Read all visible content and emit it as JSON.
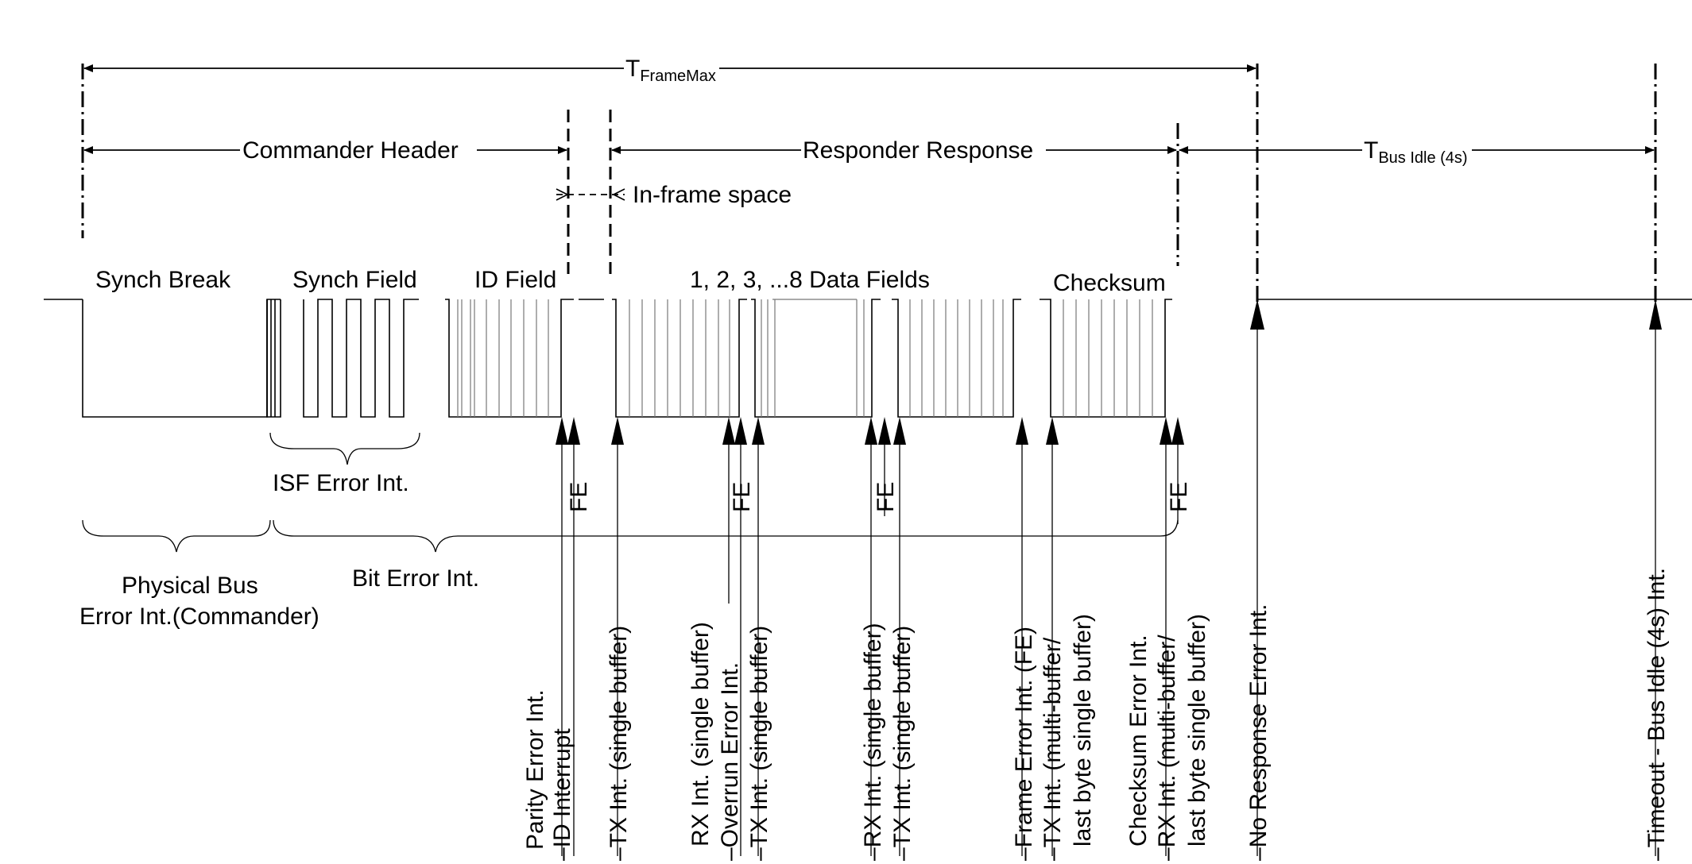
{
  "timing": {
    "t_frame_max": {
      "main": "T",
      "sub": "FrameMax"
    },
    "commander_header": "Commander Header",
    "in_frame_space": "In-frame space",
    "responder_response": "Responder Response",
    "t_bus_idle": {
      "main": "T",
      "sub": "Bus Idle (4s)"
    }
  },
  "fields": {
    "synch_break": "Synch Break",
    "synch_field": "Synch Field",
    "id_field": "ID Field",
    "data_fields": "1, 2, 3, ...8 Data Fields",
    "checksum": "Checksum"
  },
  "brace_labels": {
    "isf_error": "ISF Error Int.",
    "physical_bus_line1": "Physical Bus",
    "physical_bus_line2": "Error Int.(Commander)",
    "bit_error": "Bit Error Int."
  },
  "fe_labels": [
    "FE",
    "FE",
    "FE",
    "FE"
  ],
  "interrupts": {
    "parity_error": "Parity Error Int.",
    "id_interrupt": "ID Interrupt",
    "tx_int_1": "TX Int. (single buffer)",
    "rx_int_1": "RX Int. (single buffer)",
    "overrun_error": "Overrun Error Int.",
    "tx_int_2": "TX Int. (single buffer)",
    "rx_int_2": "RX Int. (single buffer)",
    "tx_int_3": "TX Int. (single buffer)",
    "frame_error": "Frame Error Int. (FE)",
    "tx_int_multi_1": "TX Int. (multi-buffer/",
    "tx_int_multi_2": "last byte single buffer)",
    "checksum_error": "Checksum Error Int.",
    "rx_int_multi_1": "RX Int. (multi-buffer/",
    "rx_int_multi_2": "last byte single buffer)",
    "no_response": "No Response Error Int.",
    "timeout": "Timeout - Bus Idle (4s) Int."
  }
}
